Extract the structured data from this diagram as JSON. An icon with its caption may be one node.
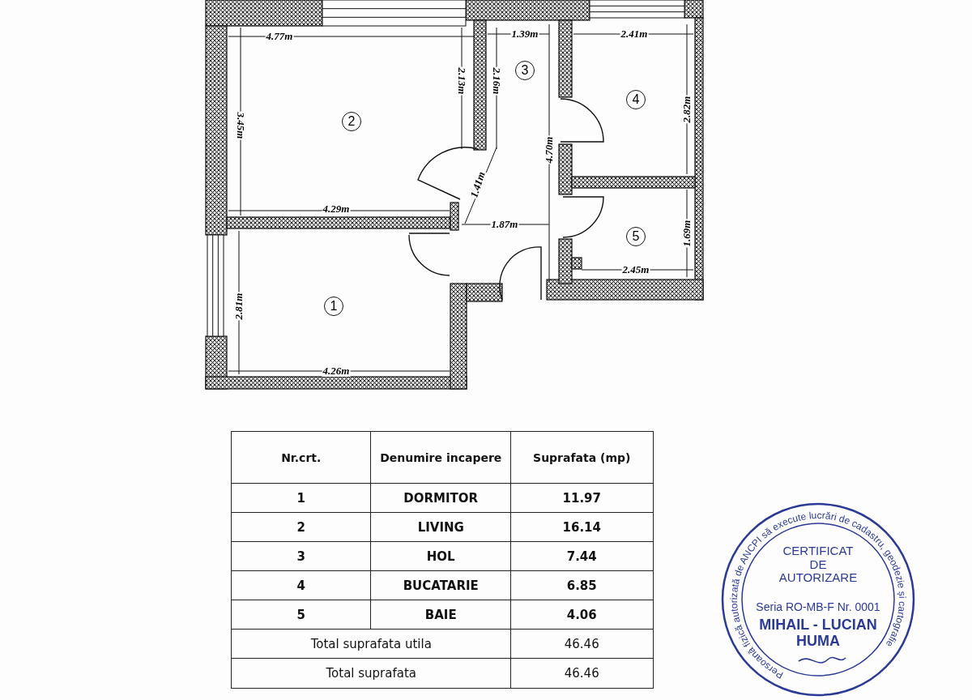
{
  "diagram": {
    "nodes": [
      {
        "text": [
          "1"
        ]
      },
      {
        "text": [
          "2"
        ]
      },
      {
        "text": [
          "3"
        ]
      },
      {
        "text": [
          "4"
        ]
      },
      {
        "text": [
          "5"
        ]
      },
      {
        "text": [
          "Persoană fizică autorizată de ANCPI să execute lucrări de cadastru, geodezie și cartografie",
          "CERTIFICAT DE AUTORIZARE",
          "Seria RO-MB-F Nr. 0001",
          "MIHAIL - LUCIAN HUMA"
        ]
      }
    ],
    "edges": [],
    "labels": [
      "4.77m",
      "1.39m",
      "2.41m",
      "2.13m",
      "2.16m",
      "2.82m",
      "3.45m",
      "4.70m",
      "1.41m",
      "4.29m",
      "1.87m",
      "1.69m",
      "2.45m",
      "2.81m",
      "4.26m",
      "Nr.crt.",
      "Denumire incapere",
      "Suprafata (mp)",
      "1",
      "DORMITOR",
      "11.97",
      "2",
      "LIVING",
      "16.14",
      "3",
      "HOL",
      "7.44",
      "4",
      "BUCATARIE",
      "6.85",
      "5",
      "BAIE",
      "4.06",
      "Total suprafata utila",
      "46.46",
      "Total suprafata",
      "46.46"
    ]
  }
}
